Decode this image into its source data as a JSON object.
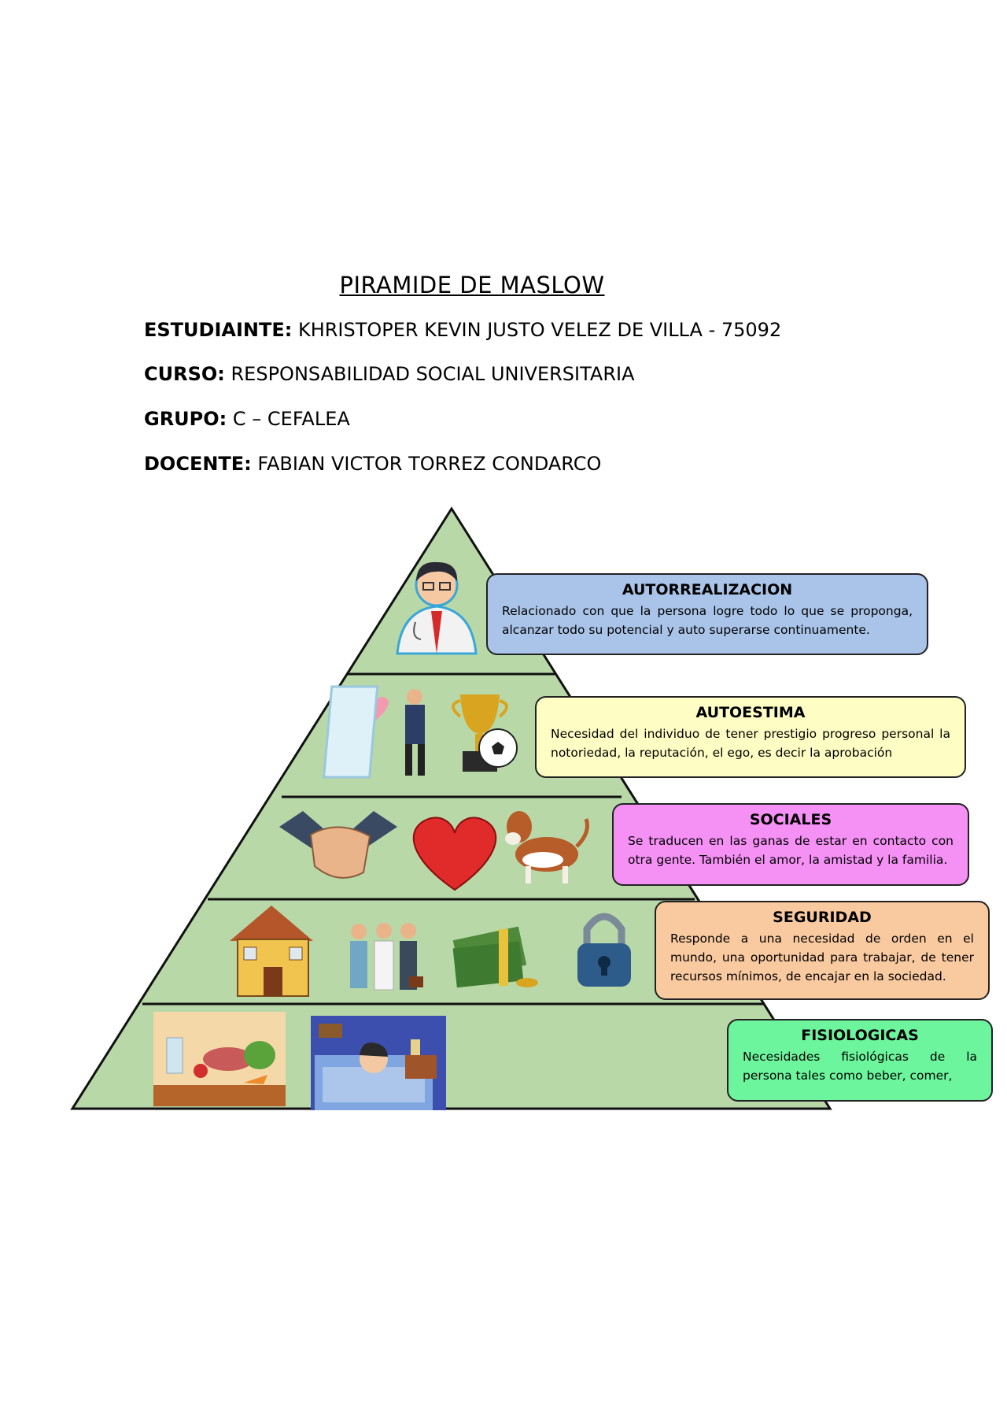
{
  "document": {
    "title": "PIRAMIDE DE MASLOW",
    "student_label": "ESTUDIAINTE:",
    "student_value": " KHRISTOPER KEVIN JUSTO VELEZ DE VILLA - 75092",
    "course_label": "CURSO:",
    "course_value": " RESPONSABILIDAD SOCIAL UNIVERSITARIA",
    "group_label": "GRUPO:",
    "group_value": " C – CEFALEA",
    "teacher_label": "DOCENTE:",
    "teacher_value": " FABIAN VICTOR TORREZ CONDARCO"
  },
  "levels": [
    {
      "title": "AUTORREALIZACION",
      "text": "Relacionado con que la persona logre todo lo que se proponga, alcanzar todo su potencial y auto superarse continuamente.",
      "color": "#a9c4e8",
      "icons": [
        "doctor-icon"
      ]
    },
    {
      "title": "AUTOESTIMA",
      "text": "Necesidad del individuo de tener prestigio progreso personal la notoriedad, la reputación, el ego, es decir la aprobación",
      "color": "#fdfdc4",
      "icons": [
        "mirror-person-icon",
        "trophy-icon",
        "soccer-ball-icon"
      ]
    },
    {
      "title": "SOCIALES",
      "text": "Se traducen en las ganas de estar en contacto con otra gente. También el amor, la amistad y la familia.",
      "color": "#f590f5",
      "icons": [
        "handshake-icon",
        "heart-icon",
        "dog-icon"
      ]
    },
    {
      "title": "SEGURIDAD",
      "text": "Responde a una necesidad de orden en el mundo, una oportunidad para trabajar, de tener recursos mínimos, de encajar en la sociedad.",
      "color": "#f9c9a0",
      "icons": [
        "house-icon",
        "professionals-icon",
        "money-icon",
        "padlock-icon"
      ]
    },
    {
      "title": "FISIOLOGICAS",
      "text": "Necesidades fisiológicas de la persona tales como beber, comer,",
      "color": "#6cf59c",
      "icons": [
        "food-icon",
        "sleeping-child-icon"
      ]
    }
  ],
  "pyramid_color": "#b9d8a8"
}
